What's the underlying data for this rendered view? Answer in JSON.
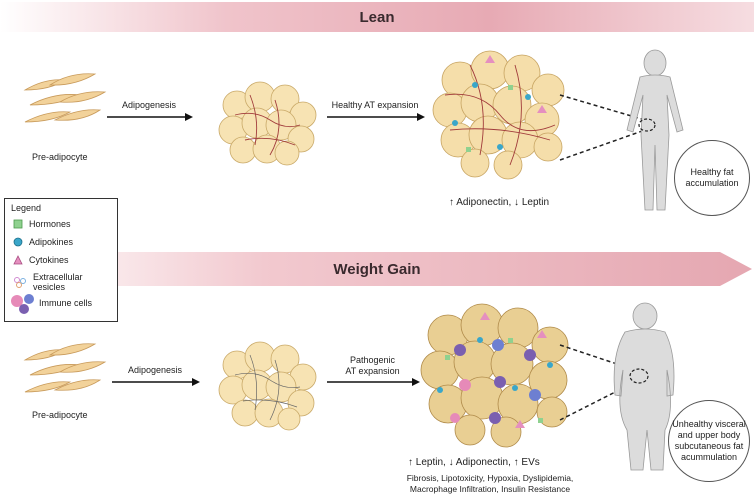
{
  "banners": {
    "lean": "Lean",
    "gain": "Weight Gain"
  },
  "lean_row": {
    "pre": "Pre-adipocyte",
    "step1": "Adipogenesis",
    "step2": "Healthy AT expansion",
    "markers": "↑ Adiponectin, ↓ Leptin",
    "outcome": [
      "Healthy fat",
      "accumulation"
    ]
  },
  "gain_row": {
    "pre": "Pre-adipocyte",
    "step1": "Adipogenesis",
    "step2": [
      "Pathogenic",
      "AT expansion"
    ],
    "markers": "↑ Leptin, ↓ Adiponectin, ↑ EVs",
    "consequences": [
      "Fibrosis, Lipotoxicity, Hypoxia, Dyslipidemia,",
      "Macrophage Infiltration, Insulin Resistance"
    ],
    "outcome": [
      "Unhealthy visceral",
      "and upper body",
      "subcutaneous fat",
      "acummulation"
    ]
  },
  "legend": {
    "title": "Legend",
    "items": [
      "Hormones",
      "Adipokines",
      "Cytokines",
      "Extracellular vesicles",
      "Immune cells"
    ]
  },
  "colors": {
    "banner": "#e7aab4",
    "adipocyte": "#f5deaa",
    "hormone": "#8fd18f",
    "adipokine": "#3aa6c9",
    "cytokine": "#e58fbf",
    "immune": "#7a5fb0",
    "vessel": "#b03a3a"
  }
}
